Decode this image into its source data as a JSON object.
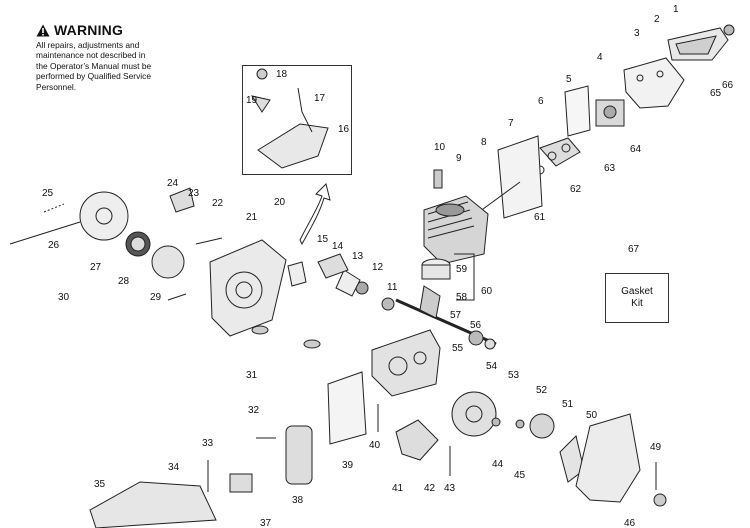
{
  "warning": {
    "title": "WARNING",
    "lines": [
      "All repairs, adjustments and",
      "maintenance not described in",
      "the Operator’s Manual must be",
      "performed by Qualified Service",
      "Personnel."
    ]
  },
  "gasket_kit": {
    "line1": "Gasket",
    "line2": "Kit"
  },
  "callouts": [
    "1",
    "2",
    "3",
    "4",
    "5",
    "6",
    "7",
    "8",
    "9",
    "10",
    "11",
    "12",
    "13",
    "14",
    "15",
    "16",
    "17",
    "18",
    "19",
    "20",
    "21",
    "22",
    "23",
    "24",
    "25",
    "26",
    "27",
    "28",
    "29",
    "30",
    "31",
    "32",
    "33",
    "34",
    "35",
    "37",
    "38",
    "39",
    "40",
    "41",
    "42",
    "43",
    "44",
    "45",
    "46",
    "49",
    "50",
    "51",
    "52",
    "53",
    "54",
    "55",
    "56",
    "57",
    "58",
    "59",
    "60",
    "61",
    "62",
    "63",
    "64",
    "65",
    "66",
    "67"
  ],
  "icons": {
    "warning": "warning-triangle-icon"
  }
}
